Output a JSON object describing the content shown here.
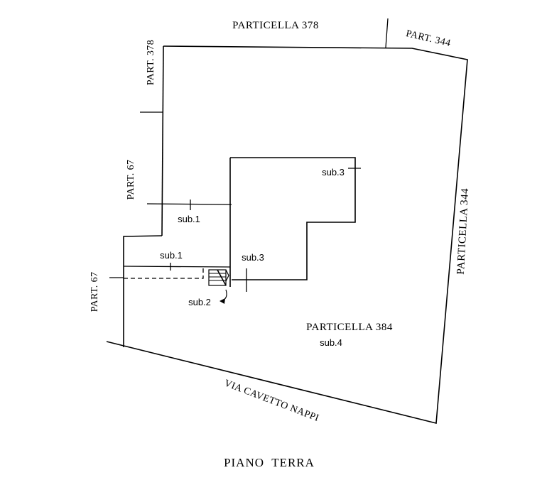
{
  "title": "PIANO  TERRA",
  "boundaries": {
    "top": "PARTICELLA  378",
    "top_right": "PART. 344",
    "left_upper": "PART. 378",
    "left_middle": "PART. 67",
    "left_lower": "PART. 67",
    "right": "PARTICELLA 344",
    "street": "VIA CAVETTO NAPPI"
  },
  "parcel": {
    "name": "PARTICELLA 384",
    "sub": "sub.4"
  },
  "subunits": {
    "sub1_upper": "sub.1",
    "sub1_lower": "sub.1",
    "sub3_upper": "sub.3",
    "sub3_lower": "sub.3",
    "sub2": "sub.2"
  }
}
